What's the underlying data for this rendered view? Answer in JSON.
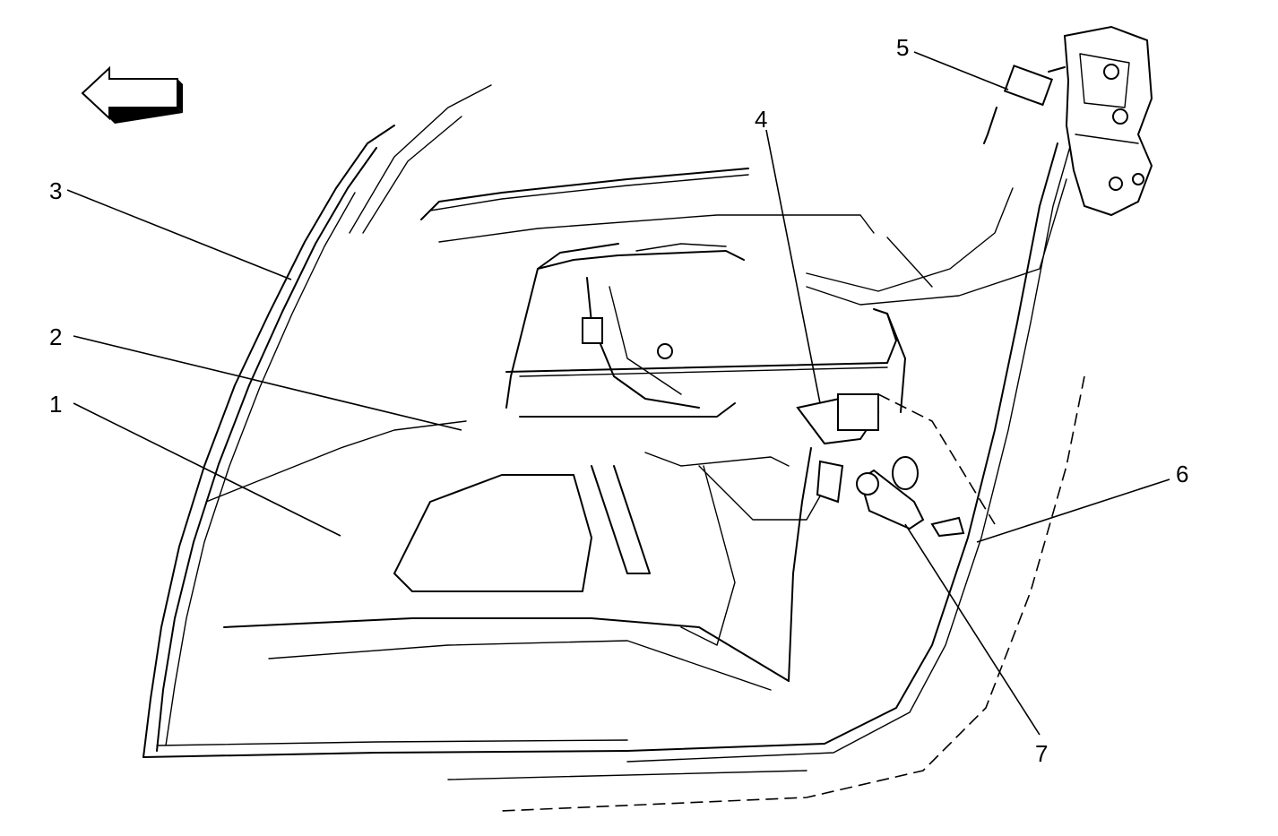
{
  "callouts": [
    {
      "id": "1",
      "label": "1"
    },
    {
      "id": "2",
      "label": "2"
    },
    {
      "id": "3",
      "label": "3"
    },
    {
      "id": "4",
      "label": "4"
    },
    {
      "id": "5",
      "label": "5"
    },
    {
      "id": "6",
      "label": "6"
    },
    {
      "id": "7",
      "label": "7"
    }
  ],
  "orientation_arrow": {
    "direction": "left",
    "icon": "front-direction-arrow-icon"
  }
}
